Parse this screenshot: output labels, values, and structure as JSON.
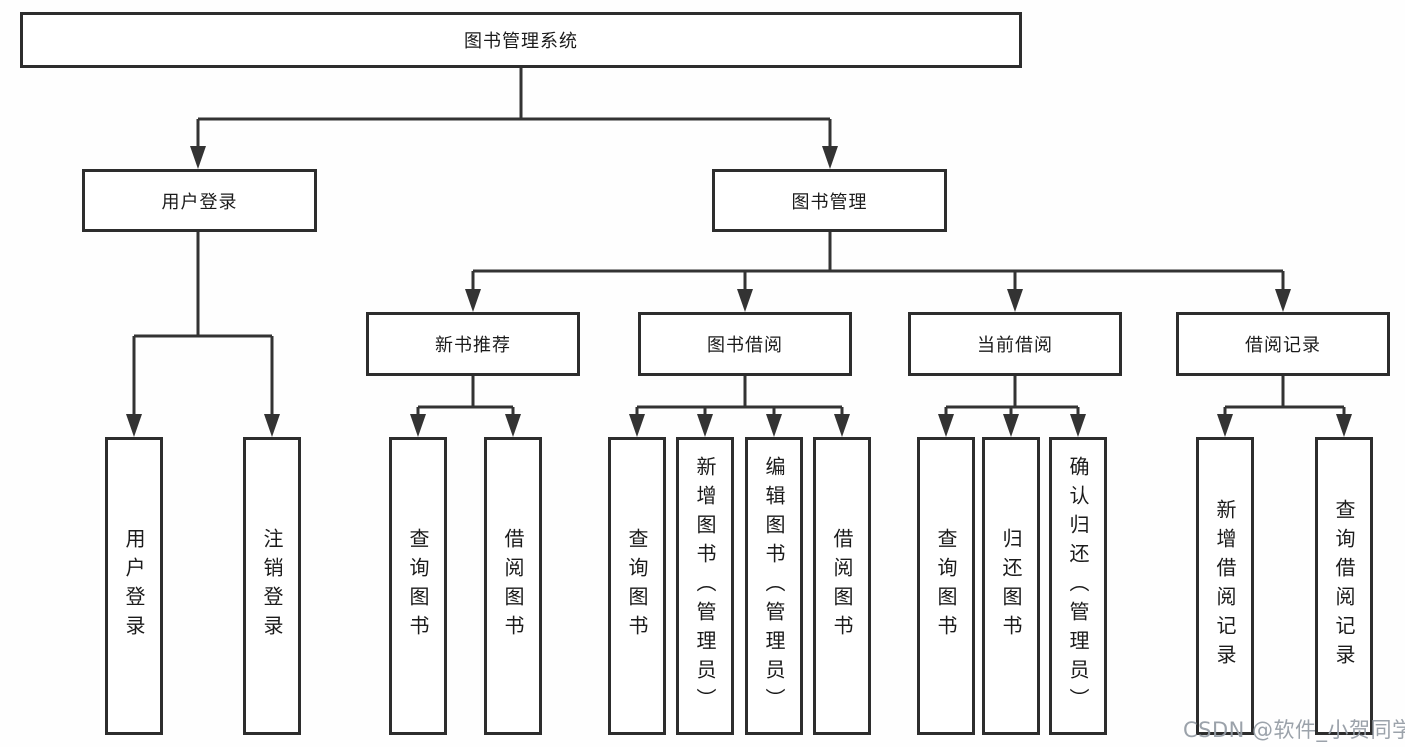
{
  "diagram": {
    "colors": {
      "line": "#333333",
      "box_border": "#2d2d2d",
      "text": "#1b1b1b",
      "watermark": "#969da5",
      "background": "#fefefe"
    },
    "tree": {
      "root": {
        "label": "图书管理系统"
      },
      "branches": [
        {
          "label": "用户登录",
          "children": [
            {
              "label": "用户登录"
            },
            {
              "label": "注销登录"
            }
          ]
        },
        {
          "label": "图书管理",
          "children": [
            {
              "label": "新书推荐",
              "children": [
                {
                  "label": "查询图书"
                },
                {
                  "label": "借阅图书"
                }
              ]
            },
            {
              "label": "图书借阅",
              "children": [
                {
                  "label": "查询图书"
                },
                {
                  "label": "新增图书（管理员）"
                },
                {
                  "label": "编辑图书（管理员）"
                },
                {
                  "label": "借阅图书"
                }
              ]
            },
            {
              "label": "当前借阅",
              "children": [
                {
                  "label": "查询图书"
                },
                {
                  "label": "归还图书"
                },
                {
                  "label": "确认归还（管理员）"
                }
              ]
            },
            {
              "label": "借阅记录",
              "children": [
                {
                  "label": "新增借阅记录"
                },
                {
                  "label": "查询借阅记录"
                }
              ]
            }
          ]
        }
      ]
    },
    "watermark": {
      "text": "CSDN @软件_小贺同学"
    }
  }
}
